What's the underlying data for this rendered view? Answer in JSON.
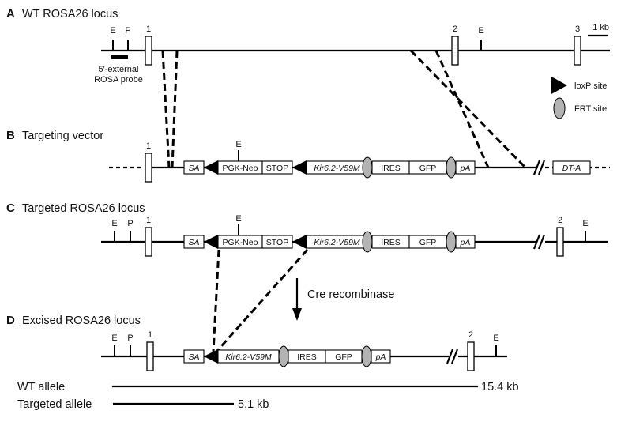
{
  "panels": {
    "a": {
      "letter": "A",
      "title": "WT ROSA26 locus"
    },
    "b": {
      "letter": "B",
      "title": "Targeting vector"
    },
    "c": {
      "letter": "C",
      "title": "Targeted ROSA26 locus"
    },
    "d": {
      "letter": "D",
      "title": "Excised ROSA26 locus"
    }
  },
  "site_labels": {
    "ecori": "E",
    "pst": "P"
  },
  "exons": {
    "e1": "1",
    "e2": "2",
    "e3": "3"
  },
  "scale_bar": "1 kb",
  "probe": {
    "line1": "5′-external",
    "line2": "ROSA probe"
  },
  "legend": {
    "loxp": "loxP site",
    "frt": "FRT site"
  },
  "elements": {
    "sa": "SA",
    "pgk_neo": "PGK-Neo",
    "stop": "STOP",
    "kir": "Kir6.2-V59M",
    "ires": "IRES",
    "gfp": "GFP",
    "pa": "pA",
    "dta": "DT-A"
  },
  "cre": "Cre recombinase",
  "alleles": {
    "wt_label": "WT allele",
    "wt_size": "15.4 kb",
    "targeted_label": "Targeted allele",
    "targeted_size": "5.1 kb"
  },
  "colors": {
    "line": "#000000",
    "frt_fill": "#b3b3b3",
    "box_fill": "#ffffff"
  }
}
